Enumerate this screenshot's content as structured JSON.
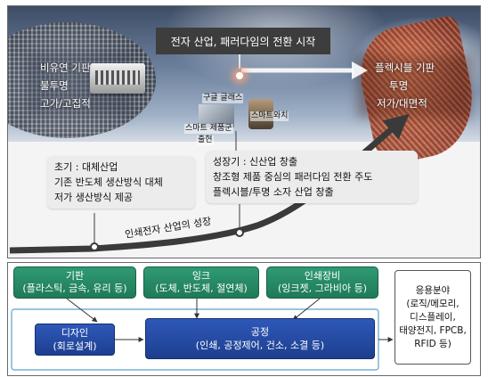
{
  "headline": "전자 산업, 패러다임의 전환 시작",
  "left_traits": [
    "비유연 기판",
    "불투명",
    "고가/고집적"
  ],
  "right_traits": [
    "플렉시블 기판",
    "투명",
    "저가/대면적"
  ],
  "product_labels": {
    "glass": "구글 글래스",
    "watch": "스마트와치",
    "smart_products": "스마트 제품군",
    "launch": "출현"
  },
  "stages": {
    "early": [
      "초기 : 대체산업",
      "기존 반도체 생산방식 대체",
      "저가 생산방식 제공"
    ],
    "growth": [
      "성장기 : 신산업 창출",
      "창조형 제품 중심의 패러다임 전환 주도",
      "플렉시블/투명 소자 산업 창출"
    ]
  },
  "growth_axis_label": "인쇄전자 산업의 성장",
  "process": {
    "substrate": {
      "title": "기판",
      "detail": "(플라스틱, 금속, 유리 등)"
    },
    "ink": {
      "title": "잉크",
      "detail": "(도체, 반도체, 절연체)"
    },
    "equipment": {
      "title": "인쇄장비",
      "detail": "(잉크젯, 그라비아 등)"
    },
    "design": {
      "title": "디자인",
      "detail": "(회로설계)"
    },
    "process_main": {
      "title": "공정",
      "detail": "(인쇄, 공정제어, 건소, 소결 등)"
    },
    "applications": [
      "응용분야",
      "(로직/메모리,",
      "디스플레이,",
      "태양전지, FPCB,",
      "RFID 등)"
    ]
  },
  "colors": {
    "green": "#2f9a73",
    "blue": "#2e58b8",
    "arrow": "#3a3a3a"
  }
}
